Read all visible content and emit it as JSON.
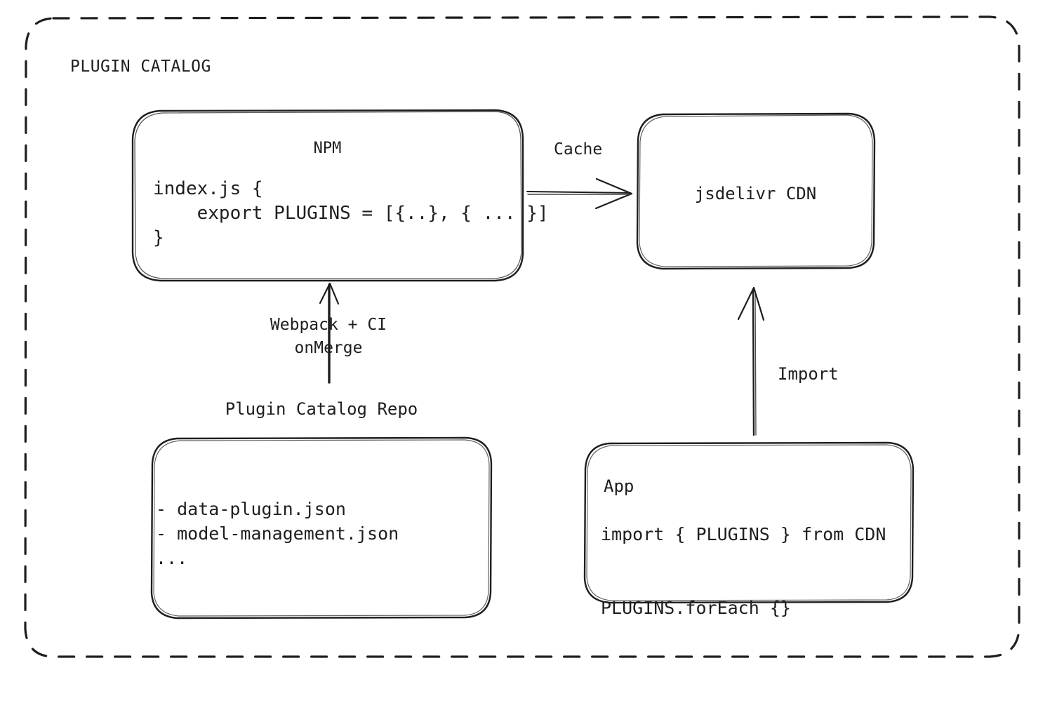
{
  "diagram": {
    "container_label": "PLUGIN CATALOG",
    "background_color": "#ffffff",
    "stroke_color": "#1e1e1e"
  },
  "nodes": {
    "npm": {
      "title": "NPM",
      "code": "index.js {\n    export PLUGINS = [{..}, { ... }]\n}"
    },
    "cdn": {
      "title": "jsdelivr CDN"
    },
    "repo": {
      "label": "Plugin Catalog Repo",
      "files": "- data-plugin.json\n- model-management.json\n..."
    },
    "app": {
      "title": "App",
      "code": "import { PLUGINS } from CDN\n\nPLUGINS.forEach {}"
    }
  },
  "edges": {
    "cache": {
      "label": "Cache",
      "from": "npm",
      "to": "cdn"
    },
    "build": {
      "label": "Webpack + CI\nonMerge",
      "from": "repo",
      "to": "npm"
    },
    "import": {
      "label": "Import",
      "from": "app",
      "to": "cdn"
    }
  }
}
